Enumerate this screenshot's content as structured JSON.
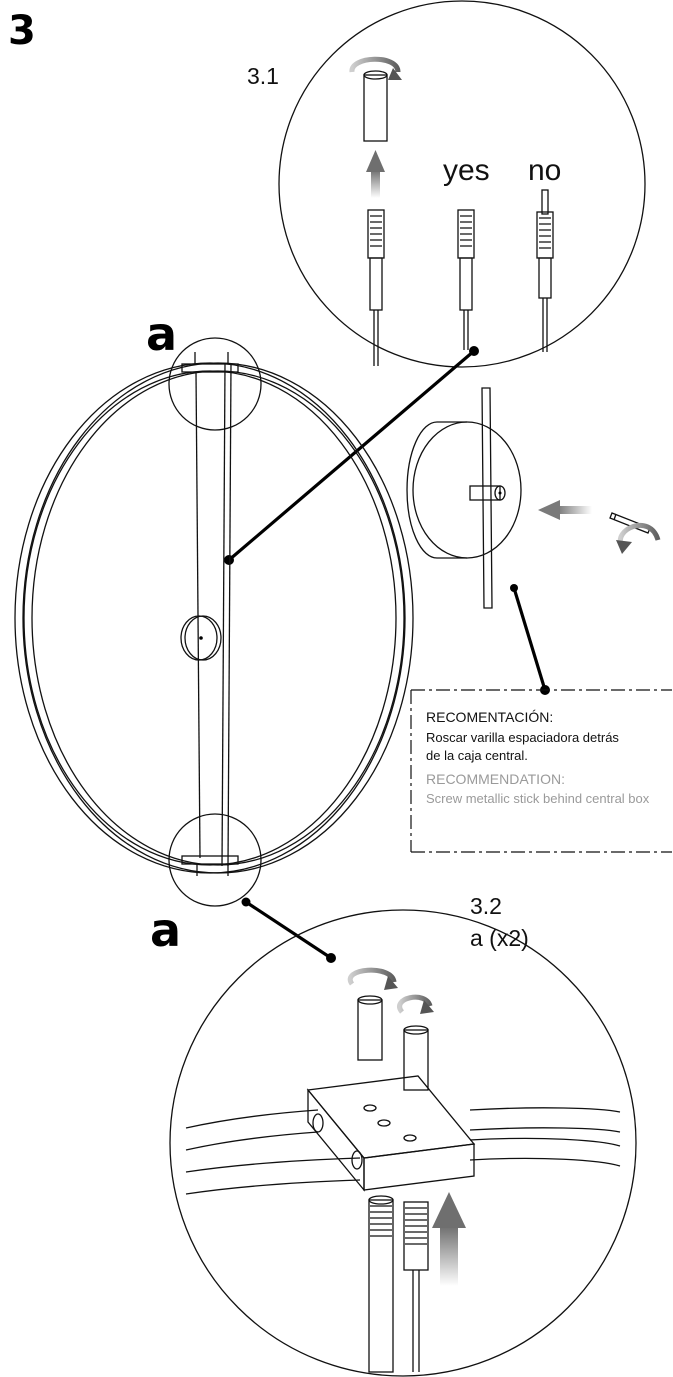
{
  "step_number": "3",
  "detail_1": {
    "label": "3.1",
    "yes_label": "yes",
    "no_label": "no"
  },
  "detail_2": {
    "label": "3.2",
    "quantity": "a (x2)"
  },
  "callout_top": "a",
  "callout_bottom": "a",
  "note": {
    "es_title": "RECOMENTACIÓN:",
    "es_line1": "Roscar varilla espaciadora detrás",
    "es_line2": "de la caja central.",
    "en_title": "RECOMMENDATION:",
    "en_line1": "Screw metallic stick behind central box"
  },
  "colors": {
    "line": "#111111",
    "arrow_gray": "#888888",
    "note_gray": "#9a9a9a"
  }
}
